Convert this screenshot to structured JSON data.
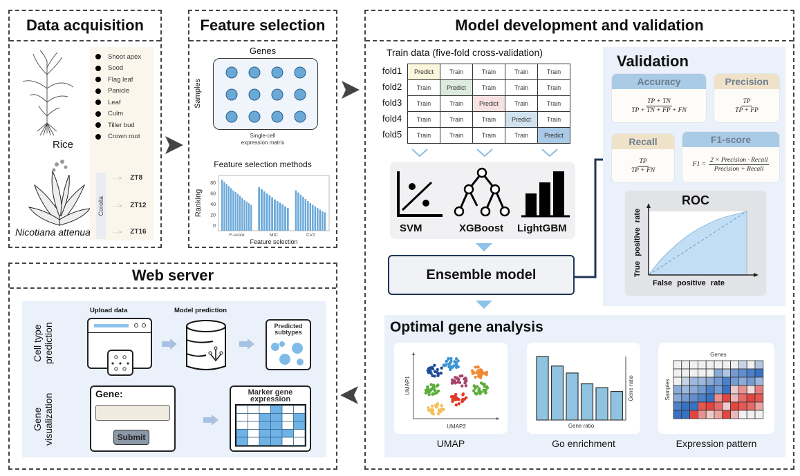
{
  "panels": {
    "data_acquisition": {
      "title": "Data acquisition",
      "rice_label": "Rice",
      "nicotiana_label": "Nicotiana attenuata",
      "rice_tissues": [
        "Shoot apex",
        "Sood",
        "Flag leaf",
        "Panicle",
        "Leaf",
        "Culm",
        "Tiller bud",
        "Crown root"
      ],
      "corolla_label": "Corolla",
      "timepoints": [
        "ZT8",
        "ZT12",
        "ZT16"
      ]
    },
    "feature_selection": {
      "title": "Feature selection",
      "genes_label": "Genes",
      "samples_label": "Samples",
      "matrix_caption_line1": "Single-cell",
      "matrix_caption_line2": "expression matrix",
      "methods_title": "Feature selection methods"
    },
    "model_dev": {
      "title": "Model development and validation",
      "cv_title": "Train data (five-fold cross-validation)",
      "folds": [
        {
          "label": "fold1",
          "cells": [
            "Predict",
            "Train",
            "Train",
            "Train",
            "Train"
          ]
        },
        {
          "label": "fold2",
          "cells": [
            "Train",
            "Predict",
            "Train",
            "Train",
            "Train"
          ]
        },
        {
          "label": "fold3",
          "cells": [
            "Train",
            "Train",
            "Predict",
            "Train",
            "Train"
          ]
        },
        {
          "label": "fold4",
          "cells": [
            "Train",
            "Train",
            "Train",
            "Predict",
            "Train"
          ]
        },
        {
          "label": "fold5",
          "cells": [
            "Train",
            "Train",
            "Train",
            "Train",
            "Predict"
          ]
        }
      ],
      "predict_colors": [
        "#fbf6dc",
        "#dcebdd",
        "#f8e1e1",
        "#cfe2ee",
        "#a9c9e6"
      ],
      "models": [
        "SVM",
        "XGBoost",
        "LightGBM"
      ],
      "ensemble_label": "Ensemble model"
    },
    "validation": {
      "title": "Validation",
      "accuracy": {
        "label": "Accuracy",
        "num": "TP + TN",
        "den": "TP + TN + FP + FN"
      },
      "precision": {
        "label": "Precision",
        "num": "TP",
        "den": "TP + FP"
      },
      "recall": {
        "label": "Recall",
        "num": "TP",
        "den": "TP + FN"
      },
      "f1": {
        "label": "F1-score",
        "lhs": "F1 =",
        "num": "2 × Precision · Recall",
        "den": "Precision + Recall"
      },
      "roc_title": "ROC",
      "roc_xlabel": "False positive rate",
      "roc_ylabel": "True positive rate"
    },
    "optimal_gene": {
      "title": "Optimal gene analysis",
      "umap_caption": "UMAP",
      "umap_x": "UMAP2",
      "umap_y": "UMAP1",
      "go_caption": "Go enrichment",
      "go_x": "Gene ratio",
      "go_y": "Gene ratio",
      "expr_caption": "Expression pattern",
      "expr_x": "Genes",
      "expr_y": "Samples"
    },
    "web_server": {
      "title": "Web server",
      "row1_label_line1": "Cell type",
      "row1_label_line2": "prediction",
      "row2_label_line1": "Gene",
      "row2_label_line2": "visualization",
      "upload_label": "Upload data",
      "model_pred_label": "Model prediction",
      "predicted_line1": "Predicted",
      "predicted_line2": "subtypes",
      "gene_field_label": "Gene:",
      "gene_field_value": "",
      "submit_label": "Submit",
      "marker_line1": "Marker gene",
      "marker_line2": "expression"
    }
  },
  "colors": {
    "panel_bg_blue": "#eaf1fa",
    "tissue_bg": "#fbf6ec",
    "bar_blue": "#6aa8d8",
    "go_bar": "#8fc3e0",
    "ensemble_border": "#1d3557",
    "roc_fill": "#c2def5"
  },
  "chart_data": [
    {
      "type": "bar",
      "title": "Feature selection methods",
      "xlabel": "Feature selection",
      "ylabel": "Ranking",
      "ylim": [
        0,
        85
      ],
      "yticks": [
        0,
        20,
        40,
        60,
        80
      ],
      "categories": [
        "F-score",
        "MIC",
        "CV2"
      ],
      "series": [
        {
          "name": "F-score",
          "values": [
            85,
            81,
            77,
            73,
            69,
            65,
            62,
            58,
            55,
            51,
            47,
            44,
            41,
            38
          ]
        },
        {
          "name": "MIC",
          "values": [
            71,
            67,
            63,
            59,
            56,
            52,
            48,
            45,
            42,
            39,
            35,
            32
          ]
        },
        {
          "name": "CV2",
          "values": [
            65,
            61,
            57,
            53,
            49,
            45,
            41,
            38,
            35,
            32,
            29,
            26,
            24
          ]
        }
      ]
    },
    {
      "type": "bar",
      "title": "Go enrichment",
      "xlabel": "Gene ratio",
      "ylabel": "Gene ratio",
      "values": [
        100,
        85,
        74,
        57,
        51,
        45
      ]
    },
    {
      "type": "line",
      "title": "ROC",
      "xlabel": "False positive rate",
      "ylabel": "True positive rate",
      "series": [
        {
          "name": "ROC curve",
          "x": [
            0,
            0.1,
            0.2,
            0.3,
            0.4,
            0.5,
            0.6,
            0.7,
            0.8,
            0.9,
            1.0
          ],
          "y": [
            0,
            0.2,
            0.36,
            0.5,
            0.62,
            0.72,
            0.8,
            0.87,
            0.92,
            0.96,
            1.0
          ]
        },
        {
          "name": "Random",
          "x": [
            0,
            1
          ],
          "y": [
            0,
            1
          ]
        }
      ]
    },
    {
      "type": "scatter",
      "title": "UMAP",
      "xlabel": "UMAP2",
      "ylabel": "UMAP1",
      "clusters": [
        {
          "color": "#1f4e96",
          "cx": 0.22,
          "cy": 0.78
        },
        {
          "color": "#3a95d3",
          "cx": 0.45,
          "cy": 0.9
        },
        {
          "color": "#ef8a32",
          "cx": 0.83,
          "cy": 0.75
        },
        {
          "color": "#a5456b",
          "cx": 0.57,
          "cy": 0.58
        },
        {
          "color": "#5cad3a",
          "cx": 0.19,
          "cy": 0.45
        },
        {
          "color": "#5cad3a",
          "cx": 0.85,
          "cy": 0.45
        },
        {
          "color": "#e23a2a",
          "cx": 0.55,
          "cy": 0.27
        },
        {
          "color": "#f4c05a",
          "cx": 0.25,
          "cy": 0.1
        }
      ]
    },
    {
      "type": "heatmap",
      "title": "Expression pattern",
      "xlabel": "Genes",
      "ylabel": "Samples",
      "values": [
        [
          0,
          0,
          0,
          0,
          0,
          0,
          0,
          0,
          0.2,
          0,
          0.3
        ],
        [
          0,
          0,
          0,
          0,
          0,
          0.5,
          0.3,
          0.6,
          0.7,
          0.8,
          0.9
        ],
        [
          0,
          0.2,
          0.4,
          0.4,
          0.5,
          0.6,
          0.8,
          0.6,
          0.5,
          0.6,
          0.4
        ],
        [
          0.5,
          0.4,
          0.5,
          0.6,
          0.8,
          0.6,
          0.9,
          -0.2,
          -0.5,
          -0.1,
          -0.6
        ],
        [
          0.5,
          0.6,
          0.7,
          0.8,
          0.9,
          -0.5,
          -0.9,
          -0.3,
          -0.7,
          -0.9,
          -0.8
        ],
        [
          0.8,
          0.9,
          0.9,
          -0.8,
          -0.9,
          -0.7,
          -0.2,
          -0.9,
          -0.8,
          -0.7,
          -0.4
        ],
        [
          0.9,
          0.9,
          -0.9,
          -0.5,
          -0.2,
          -0.4,
          -0.9,
          -0.3,
          0,
          0,
          0
        ]
      ]
    }
  ]
}
